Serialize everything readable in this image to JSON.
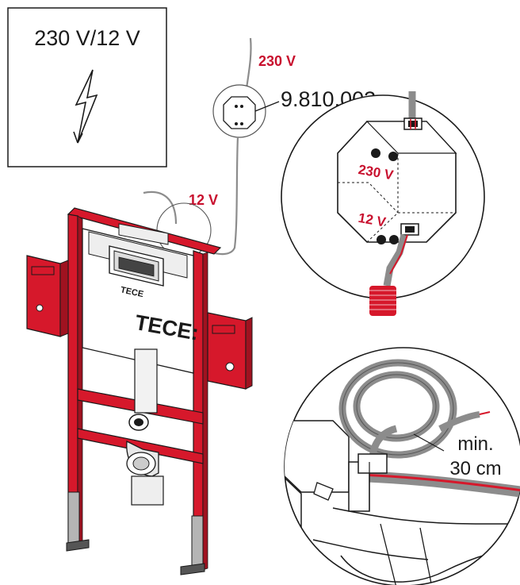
{
  "power_box": {
    "title": "230 V/12 V",
    "icon": "lightning-bolt-icon"
  },
  "labels": {
    "mains_voltage": "230 V",
    "low_voltage": "12 V",
    "part_number": "9.810.003",
    "box_230": "230 V",
    "box_12": "12 V",
    "min_length_line1": "min.",
    "min_length_line2": "30 cm",
    "brand_panel": "TECE",
    "brand_frame": "TECE:"
  },
  "colors": {
    "frame_red": "#d6182b",
    "accent_text": "#c8102e",
    "cable_gray": "#8c8c8c",
    "outline": "#1a1a1a"
  }
}
